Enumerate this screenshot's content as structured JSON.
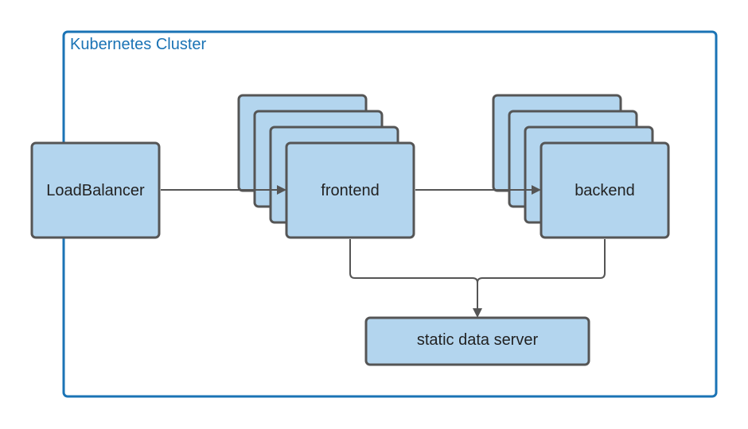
{
  "cluster": {
    "title": "Kubernetes Cluster",
    "border_color": "#1a73b5"
  },
  "nodes": {
    "load_balancer": {
      "label": "LoadBalancer"
    },
    "frontend": {
      "label": "frontend",
      "replica_stack": 4
    },
    "backend": {
      "label": "backend",
      "replica_stack": 4
    },
    "static_data_server": {
      "label": "static data server"
    }
  },
  "edges": [
    {
      "from": "LoadBalancer",
      "to": "frontend"
    },
    {
      "from": "frontend",
      "to": "backend"
    },
    {
      "from": "frontend",
      "to": "static data server"
    },
    {
      "from": "backend",
      "to": "static data server"
    }
  ],
  "colors": {
    "node_fill": "#b3d5ee",
    "node_stroke": "#555555",
    "edge": "#555555"
  }
}
